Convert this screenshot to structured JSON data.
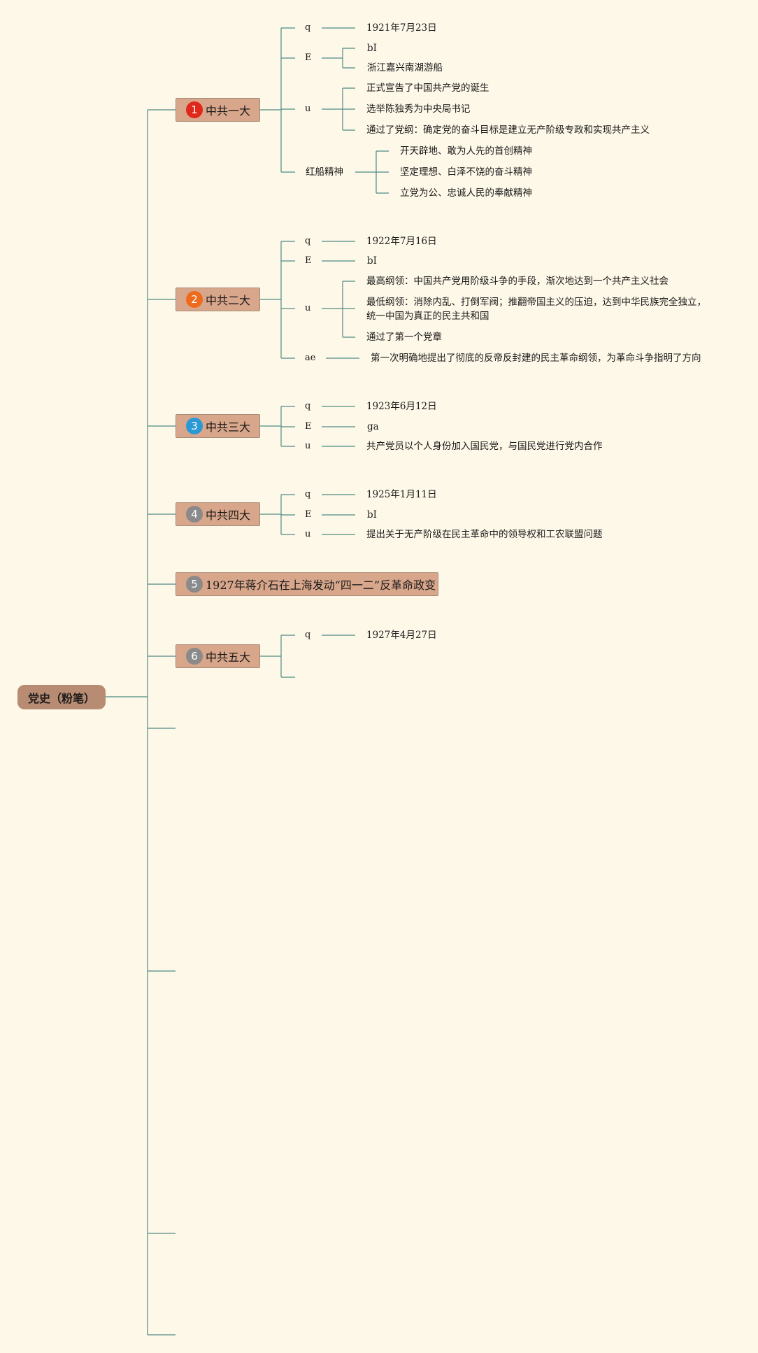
{
  "root": {
    "label": "党史（粉笔）"
  },
  "colors": {
    "line": "#4f8c84",
    "node_bg": "#d8a68a",
    "root_bg": "#b88b73",
    "background": "#fef8e8"
  },
  "sections": [
    {
      "number": "1",
      "badge_color": "#e0281a",
      "title": "中共一大",
      "q": "1921年7月23日",
      "E_label": "E",
      "E": [
        "bI",
        "浙江嘉兴南湖游船"
      ],
      "u": [
        "正式宣告了中国共产党的诞生",
        "选举陈独秀为中央局书记",
        "通过了党纲：确定党的奋斗目标是建立无产阶级专政和实现共产主义"
      ],
      "extra_label": "红船精神",
      "extra": [
        "开天辟地、敢为人先的首创精神",
        "坚定理想、白泽不饶的奋斗精神",
        "立党为公、忠诚人民的奉献精神"
      ]
    },
    {
      "number": "2",
      "badge_color": "#ee6a1c",
      "title": "中共二大",
      "q": "1922年7月16日",
      "E": "bI",
      "u": [
        "最高纲领：中国共产党用阶级斗争的手段，渐次地达到一个共产主义社会",
        "最低纲领：消除内乱、打倒军阀；推翻帝国主义的压迫，达到中华民族完全独立，统一中国为真正的民主共和国",
        "通过了第一个党章"
      ],
      "extra_label": "ae",
      "extra": "第一次明确地提出了彻底的反帝反封建的民主革命纲领，为革命斗争指明了方向"
    },
    {
      "number": "3",
      "badge_color": "#2a9ad6",
      "title": "中共三大",
      "q": "1923年6月12日",
      "E": "ga",
      "u": "共产党员以个人身份加入国民党，与国民党进行党内合作"
    },
    {
      "number": "4",
      "badge_color": "#8a8a8a",
      "title": "中共四大",
      "q": "1925年1月11日",
      "E": "bI",
      "u": "提出关于无产阶级在民主革命中的领导权和工农联盟问题"
    },
    {
      "number": "5",
      "badge_color": "#8a8a8a",
      "title": "1927年蒋介石在上海发动“四一二”反革命政变"
    },
    {
      "number": "6",
      "badge_color": "#8a8a8a",
      "title": "中共五大",
      "q": "1927年4月27日"
    }
  ],
  "labels": {
    "q": "q",
    "E": "E",
    "u": "u"
  }
}
